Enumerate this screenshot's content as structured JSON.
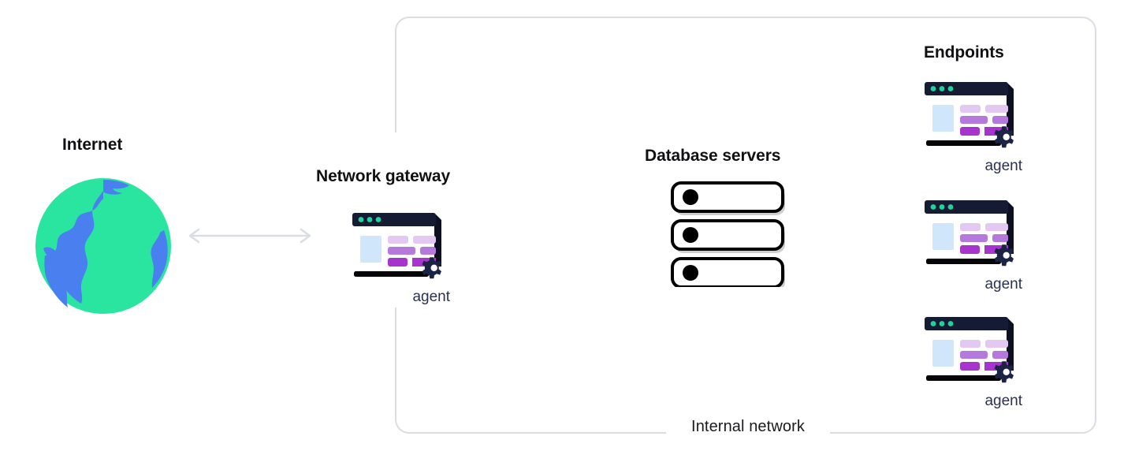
{
  "diagram": {
    "title_internet": "Internet",
    "title_gateway": "Network gateway",
    "title_database": "Database servers",
    "title_endpoints": "Endpoints",
    "internal_network_label": "Internal network",
    "agent_label": "agent",
    "nodes": [
      {
        "id": "internet",
        "label": "Internet",
        "icon": "globe-icon"
      },
      {
        "id": "network-gateway",
        "label": "Network gateway",
        "icon": "agent-computer-icon",
        "sublabel": "agent"
      },
      {
        "id": "database-servers",
        "label": "Database servers",
        "icon": "server-rack-icon",
        "unit_count": 3
      },
      {
        "id": "endpoint-1",
        "label": "Endpoints",
        "icon": "agent-computer-icon",
        "sublabel": "agent"
      },
      {
        "id": "endpoint-2",
        "icon": "agent-computer-icon",
        "sublabel": "agent"
      },
      {
        "id": "endpoint-3",
        "icon": "agent-computer-icon",
        "sublabel": "agent"
      }
    ],
    "connector": {
      "id": "internet-gateway-link",
      "icon": "double-headed-arrow-icon",
      "direction": "bidirectional"
    },
    "colors": {
      "globe_ocean": "#2ae5a0",
      "globe_land": "#4a7ff0",
      "window_header": "#151b33",
      "window_dot": "#20d39a",
      "screen_tile_blue": "#cfe6fb",
      "block_light": "#e3c8f2",
      "block_mid": "#b578dd",
      "block_strong": "#a734cd",
      "gear": "#1b2444",
      "base_bar": "#050507",
      "container_border": "#dcdce3",
      "arrow": "#dadde3",
      "agent_text": "#2a3152",
      "heading_text": "#111114",
      "server_outline": "#000000"
    }
  }
}
